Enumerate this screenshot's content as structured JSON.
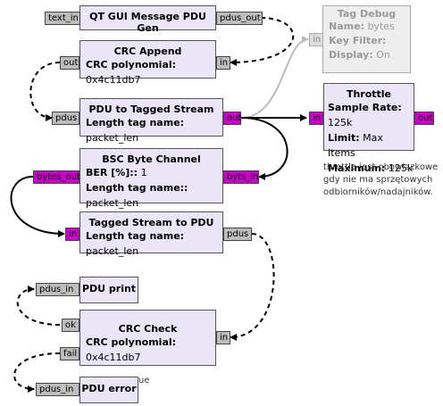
{
  "blocks": {
    "msg_gen": {
      "title": "QT GUI Message PDU Gen",
      "in_port": "text_in",
      "out_port": "pdus_out"
    },
    "tag_debug": {
      "title": "Tag Debug",
      "in_port": "in",
      "params": [
        {
          "k": "Name:",
          "v": " bytes"
        },
        {
          "k": "Key Filter:",
          "v": ""
        },
        {
          "k": "Display:",
          "v": " On"
        }
      ]
    },
    "crc_append": {
      "title": "CRC Append",
      "in_port": "in",
      "out_port": "out",
      "params": [
        {
          "k": "CRC polynomial:",
          "v": " 0x4c11db7"
        }
      ]
    },
    "pdu_to_tagged": {
      "title": "PDU to Tagged Stream",
      "in_port": "pdus",
      "out_port": "out",
      "params": [
        {
          "k": "Length tag name:",
          "v": " packet_len"
        }
      ]
    },
    "throttle": {
      "title": "Throttle",
      "in_port": "in",
      "out_port": "out",
      "params": [
        {
          "k": "Sample Rate:",
          "v": " 125k"
        },
        {
          "k": "Limit:",
          "v": " Max Items"
        },
        {
          "k": "Maximum:",
          "v": " 125k"
        }
      ]
    },
    "bsc": {
      "title": "BSC Byte Channel",
      "in_port": "byts_in",
      "out_port": "bytes_out",
      "params": [
        {
          "k": "BER [%]::",
          "v": " 1"
        },
        {
          "k": "Length tag name::",
          "v": " packet_len"
        }
      ]
    },
    "tagged_to_pdu": {
      "title": "Tagged Stream to PDU",
      "in_port": "in",
      "out_port": "pdus",
      "params": [
        {
          "k": "Length tag name:",
          "v": " packet_len"
        }
      ]
    },
    "pdu_print": {
      "title": "PDU print",
      "in_port": "pdus_in"
    },
    "crc_check": {
      "title": "CRC Check",
      "in_port": "in",
      "out_ok": "ok",
      "out_fail": "fail",
      "params": [
        {
          "k": "CRC polynomial:",
          "v": " 0x4c11db7"
        }
      ]
    },
    "pdu_error": {
      "title": "PDU error",
      "in_port": "pdus_in",
      "clipped_text": "ue"
    }
  },
  "note": [
    "throttle jest obowiązkowe",
    "gdy nie ma sprzętowych",
    "odbiorników/nadajników."
  ],
  "colors": {
    "block_fill": "#ebe6f7",
    "message_port": "#bdbdbd",
    "byte_port": "#cc00cc",
    "disabled": "#aaaaaa"
  }
}
